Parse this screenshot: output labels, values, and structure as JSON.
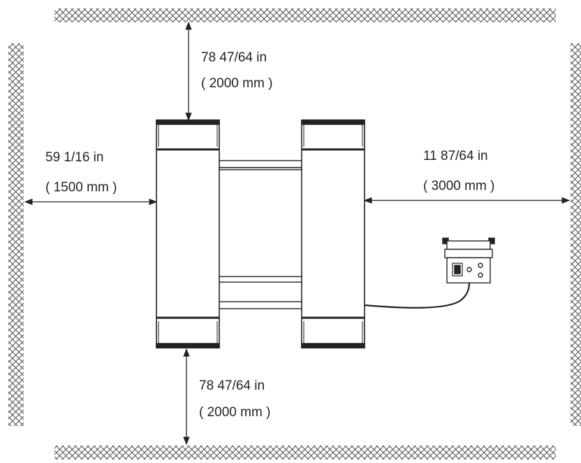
{
  "dimensions": {
    "top": {
      "imperial": "78 47/64 in",
      "metric": "( 2000 mm )"
    },
    "left": {
      "imperial": "59 1/16 in",
      "metric": "( 1500 mm )"
    },
    "right": {
      "imperial": "11 87/64 in",
      "metric": "( 3000 mm )"
    },
    "bottom": {
      "imperial": "78 47/64 in",
      "metric": "( 2000 mm )"
    }
  },
  "colors": {
    "line": "#222222",
    "hatch": "#555555",
    "background": "#ffffff"
  }
}
